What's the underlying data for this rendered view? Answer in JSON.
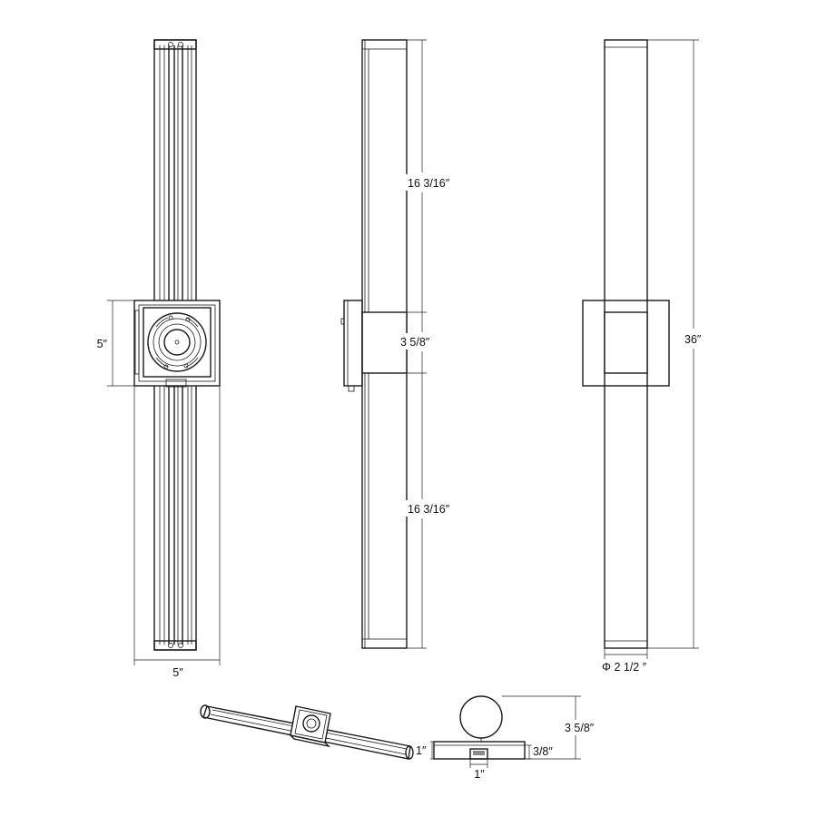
{
  "dimensions": {
    "front_height_upper": "16 3/16″",
    "front_height_middle": "3 5/8″",
    "front_height_lower": "16 3/16″",
    "back_plate_height": "5″",
    "back_plate_width": "5″",
    "overall_height": "36″",
    "diameter": "Φ 2 1/2 ″",
    "top_projection": "3 5/8″",
    "top_base_height": "1″",
    "top_offset": "3/8″",
    "top_base_width": "1″"
  },
  "views": [
    "back-view",
    "side-view",
    "front-view",
    "perspective-view",
    "top-view"
  ]
}
